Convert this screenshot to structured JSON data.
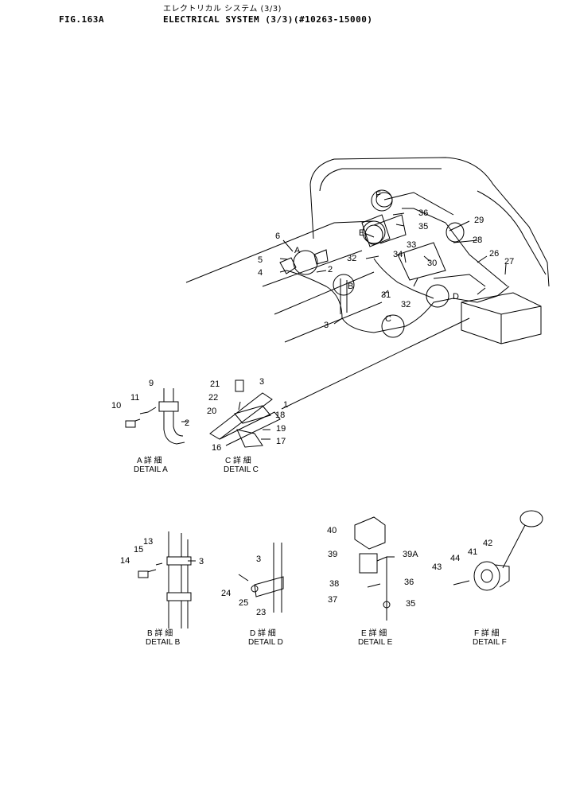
{
  "header": {
    "japanese_title": "エレクトリカル システム (3/3)",
    "fig_number": "FIG.163A",
    "title": "ELECTRICAL SYSTEM (3/3)(#10263-15000)"
  },
  "main_callouts": [
    "F",
    "36",
    "35",
    "29",
    "E",
    "33",
    "28",
    "6",
    "A",
    "34",
    "5",
    "2",
    "32",
    "30",
    "26",
    "27",
    "4",
    "B",
    "D",
    "31",
    "32",
    "3",
    "C"
  ],
  "details": {
    "A": {
      "small": "A 詳 細",
      "caption": "DETAIL A",
      "parts": [
        "9",
        "11",
        "10",
        "2"
      ]
    },
    "C": {
      "small": "C 詳 細",
      "caption": "DETAIL C",
      "parts": [
        "21",
        "3",
        "22",
        "1",
        "20",
        "18",
        "19",
        "16",
        "17"
      ]
    },
    "B": {
      "small": "B 詳 細",
      "caption": "DETAIL B",
      "parts": [
        "13",
        "15",
        "14",
        "3"
      ]
    },
    "D": {
      "small": "D 詳 細",
      "caption": "DETAIL D",
      "parts": [
        "3",
        "24",
        "25",
        "23"
      ]
    },
    "E": {
      "small": "E 詳 細",
      "caption": "DETAIL E",
      "parts": [
        "40",
        "39",
        "39A",
        "38",
        "36",
        "37",
        "35"
      ]
    },
    "F": {
      "small": "F 詳 細",
      "caption": "DETAIL F",
      "parts": [
        "42",
        "41",
        "44",
        "43"
      ]
    }
  }
}
